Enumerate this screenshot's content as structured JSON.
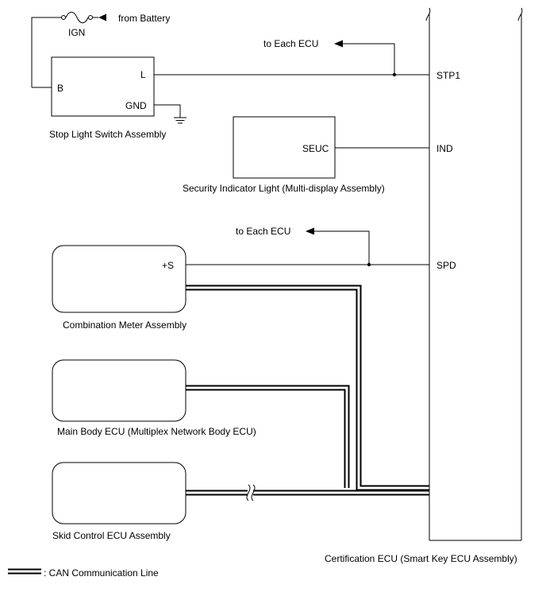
{
  "battery": {
    "label": "from Battery"
  },
  "fuse": {
    "label": "IGN"
  },
  "stop_light_switch": {
    "name": "Stop Light Switch Assembly",
    "pins": {
      "b": "B",
      "l": "L",
      "gnd": "GND"
    }
  },
  "security_indicator": {
    "name": "Security Indicator Light (Multi-display Assembly)",
    "pin": "SEUC"
  },
  "combination_meter": {
    "name": "Combination Meter Assembly",
    "pin": "+S"
  },
  "main_body_ecu": {
    "name": "Main Body ECU (Multiplex Network Body ECU)"
  },
  "skid_control_ecu": {
    "name": "Skid Control ECU Assembly"
  },
  "certification_ecu": {
    "name": "Certification ECU (Smart Key ECU Assembly)",
    "pins": {
      "stp1": "STP1",
      "ind": "IND",
      "spd": "SPD"
    }
  },
  "branches": {
    "stp1_to_each_ecu": "to Each ECU",
    "spd_to_each_ecu": "to Each ECU"
  },
  "legend": {
    "can_line": ": CAN Communication Line"
  }
}
